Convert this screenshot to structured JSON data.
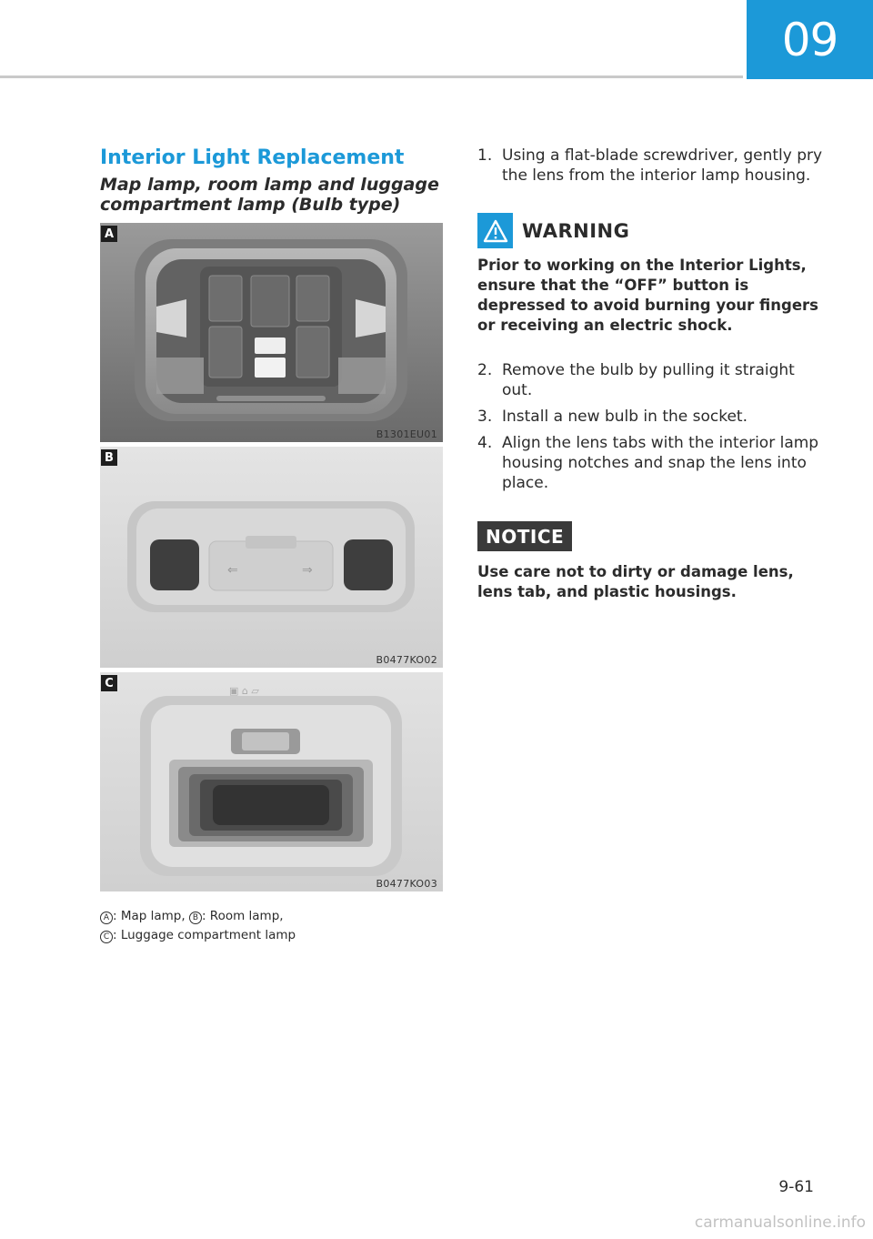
{
  "header": {
    "chapter_number": "09"
  },
  "section": {
    "title": "Interior Light Replacement",
    "subtitle": "Map lamp, room lamp and luggage compartment lamp (Bulb type)"
  },
  "figures": [
    {
      "letter": "A",
      "code": "B1301EU01"
    },
    {
      "letter": "B",
      "code": "B0477KO02"
    },
    {
      "letter": "C",
      "code": "B0477KO03"
    }
  ],
  "caption": {
    "a_mark": "A",
    "a_text": ": Map lamp, ",
    "b_mark": "B",
    "b_text": ": Room lamp,",
    "c_mark": "C",
    "c_text": ": Luggage compartment lamp"
  },
  "steps_first": [
    {
      "num": "1.",
      "text": "Using a flat-blade screwdriver, gently pry the lens from the interior lamp housing."
    }
  ],
  "warning": {
    "label": "WARNING",
    "text": "Prior to working on the Interior Lights, ensure that the “OFF” button is depressed to avoid burning your fingers or receiving an electric shock."
  },
  "steps_second": [
    {
      "num": "2.",
      "text": "Remove the bulb by pulling it straight out."
    },
    {
      "num": "3.",
      "text": "Install a new bulb in the socket."
    },
    {
      "num": "4.",
      "text": "Align the lens tabs with the interior lamp housing notches and snap the lens into place."
    }
  ],
  "notice": {
    "label": "NOTICE",
    "text": "Use care not to dirty or damage lens, lens tab, and plastic housings."
  },
  "footer": {
    "page_number": "9-61",
    "watermark": "carmanualsonline.info"
  },
  "colors": {
    "accent": "#1c99d8",
    "notice_bg": "#3a3a3a",
    "text": "#2b2b2b"
  }
}
